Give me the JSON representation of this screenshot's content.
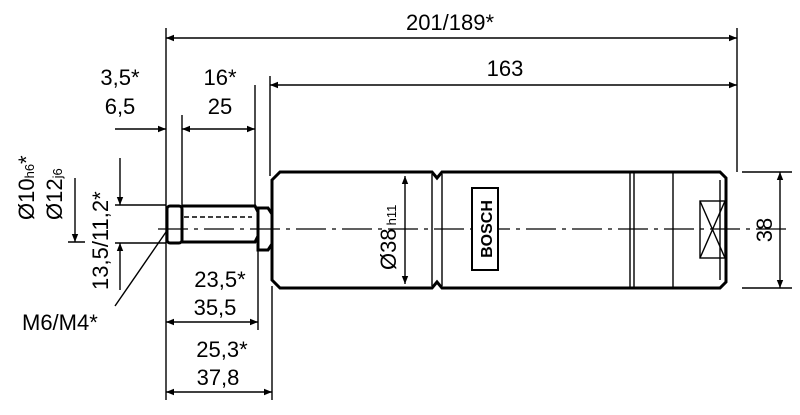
{
  "dimensions": {
    "overall_length": "201/189*",
    "body_length": "163",
    "shank_offset_top": "3,5*",
    "shank_offset_bottom": "6,5",
    "thread_length_top": "16*",
    "thread_length_bottom": "25",
    "shank_diameter_1": "Ø10",
    "shank_diameter_1_tol": "h6",
    "shank_diameter_1_star": "*",
    "shank_diameter_2": "Ø12",
    "shank_diameter_2_tol": "j6",
    "thread_height": "13,5/11,2*",
    "thread_spec": "M6/M4*",
    "collar_top": "23,5*",
    "collar_bottom": "35,5",
    "neck_top": "25,3*",
    "neck_bottom": "37,8",
    "body_diameter": "Ø38",
    "body_diameter_tol": "h11",
    "body_height": "38"
  },
  "brand_label": "BOSCH"
}
